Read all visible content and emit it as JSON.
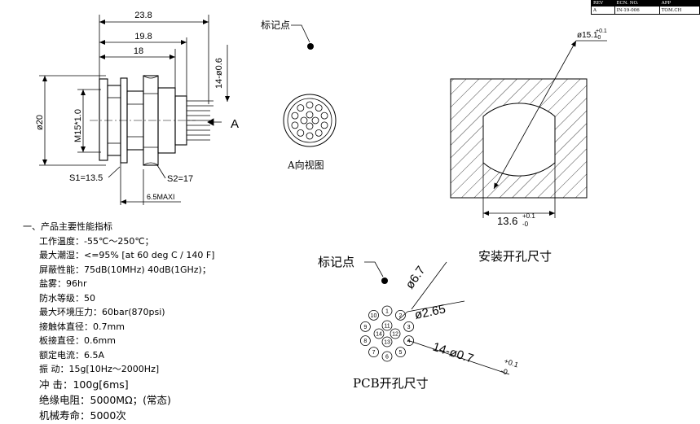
{
  "rev_table": {
    "header": [
      "REV",
      "ECN. NO.",
      "APP"
    ],
    "row": [
      "A",
      "IN-19-006",
      "TOM.CH"
    ]
  },
  "left_view": {
    "dim_overall": "23.8",
    "dim_mid": "19.8",
    "dim_short": "18",
    "dim_pins": "14-ø0.6",
    "dim_diameter": "ø20",
    "dim_thread": "M15*1.0",
    "label_s1": "S1=13.5",
    "label_s2": "S2=17",
    "label_max": "6.5MAXI",
    "arrow_a": "A"
  },
  "a_view": {
    "marker_label": "标记点",
    "caption": "A向视图"
  },
  "panel_cutout": {
    "dim_diameter": "ø15.1",
    "dim_diameter_tol_up": "+0.1",
    "dim_diameter_tol_low": "-0",
    "dim_width": "13.6",
    "dim_width_tol_up": "+0.1",
    "dim_width_tol_low": "-0",
    "caption": "安装开孔尺寸"
  },
  "pcb": {
    "marker_label": "标记点",
    "dim_outer": "ø6.7",
    "dim_inner": "ø2.65",
    "dim_holes": "14-ø0.7",
    "dim_holes_tol_up": "+0.1",
    "dim_holes_tol_low": "-0",
    "caption": "PCB开孔尺寸",
    "pin_numbers": [
      "1",
      "2",
      "3",
      "4",
      "5",
      "6",
      "7",
      "8",
      "9",
      "10",
      "11",
      "12",
      "13",
      "14"
    ]
  },
  "specs": {
    "heading": "一、产品主要性能指标",
    "rows": [
      "工作温度：-55℃～250℃；",
      "最大潮湿：<=95% [at 60 deg C / 140 F]",
      "屏蔽性能：75dB(10MHz)  40dB(1GHz)；",
      "盐雾：96hr",
      "防水等级：50",
      "最大环境压力：60bar(870psi)",
      "接触体直径：0.7mm",
      "板接直径：0.6mm",
      "额定电流：6.5A",
      "振    动：15g[10Hz～2000Hz]"
    ],
    "rows_big": [
      "冲    击：100g[6ms]",
      "绝缘电阻：5000MΩ；(常态)",
      "机械寿命：5000次"
    ]
  }
}
